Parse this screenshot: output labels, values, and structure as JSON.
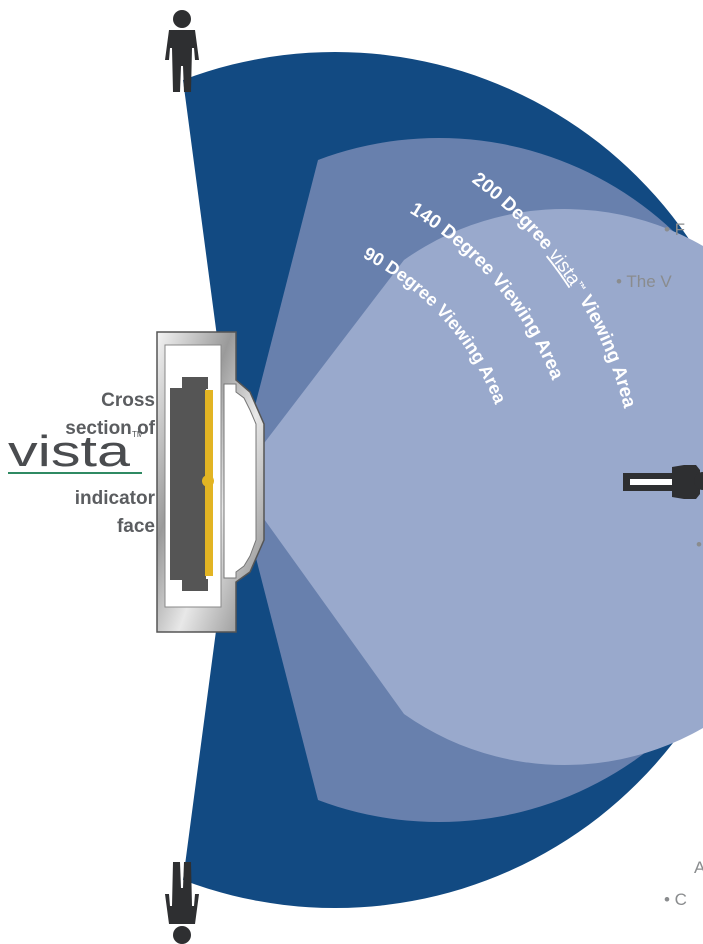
{
  "cross_section": {
    "line1": "Cross",
    "line2": "section of",
    "logo": "vista",
    "tm": "TM",
    "line3": "indicator",
    "line4": "face"
  },
  "arcs": {
    "outer_prefix": "200 Degree ",
    "outer_brand": "vista",
    "outer_tm": "™",
    "outer_suffix": " Viewing Area",
    "middle": "140 Degree Viewing Area",
    "inner": "90 Degree Viewing Area"
  },
  "side_text": {
    "b1": "• F",
    "b2": "• The V",
    "b3": "•",
    "b4": "A",
    "b5": "• C"
  },
  "colors": {
    "outer": "#124a82",
    "middle": "#6880ad",
    "inner": "#99a9cc",
    "person": "#2e2f31",
    "yellow": "#e2b423",
    "green": "#2f8a63"
  }
}
